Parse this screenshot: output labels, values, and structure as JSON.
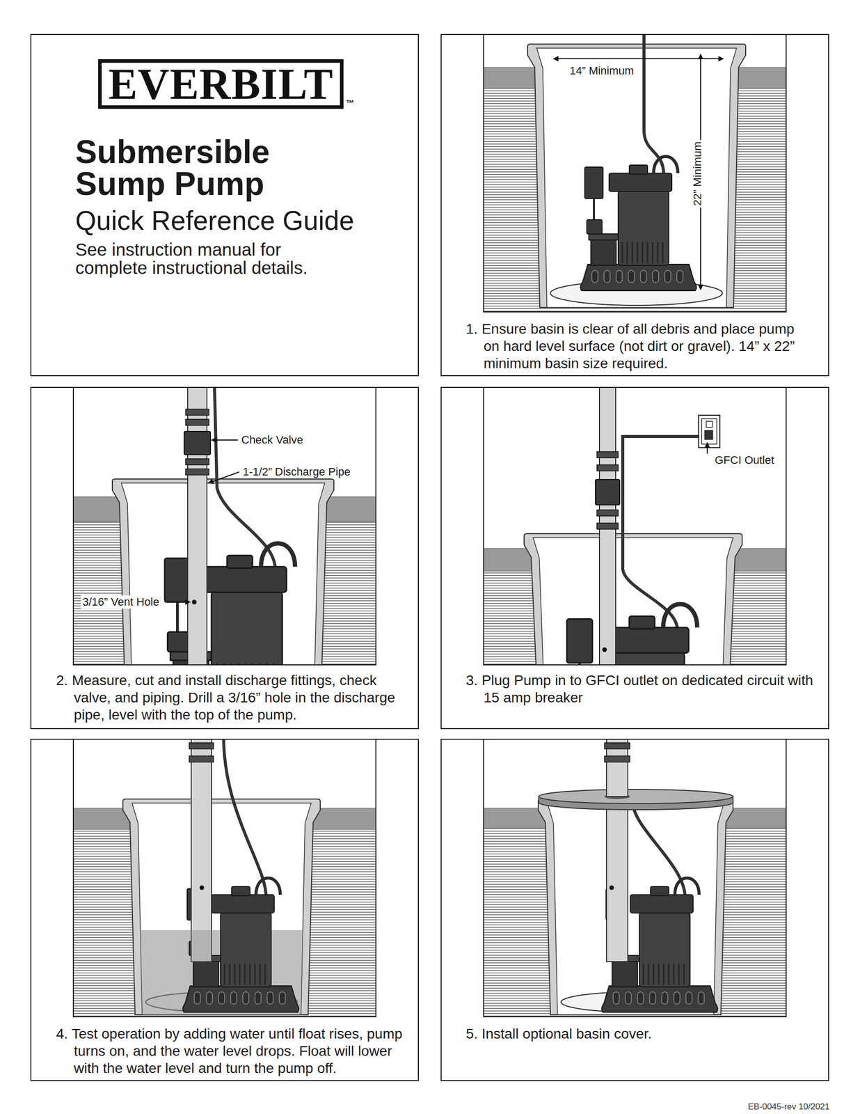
{
  "diagram": {
    "nodes": [
      {
        "text": [
          "Submersible Sump Pump",
          "Quick Reference Guide",
          "See instruction manual for complete instructional details."
        ]
      },
      {
        "text": [
          "EVERBILT"
        ],
        "in": 0
      },
      {
        "text": [
          "1. Ensure basin is clear of all debris and place pump on hard level surface (not dirt or gravel). 14” x 22” minimum basin size required."
        ]
      },
      {
        "text": [
          "2. Measure, cut and install discharge fittings, check valve, and piping. Drill a 3/16” hole in the discharge pipe, level with the top of the pump."
        ]
      },
      {
        "text": [
          "3. Plug Pump in to GFCI outlet on dedicated circuit with 15 amp breaker"
        ]
      },
      {
        "text": [
          "4. Test operation by adding water until float rises, pump turns on, and the water level drops. Float will lower with the water level and turn the pump off."
        ]
      },
      {
        "text": [
          "5. Install optional basin cover."
        ]
      }
    ],
    "labels": [
      "™",
      "14” Minimum",
      "22” Minimum",
      "Check Valve",
      "1-1/2” Discharge Pipe",
      "3/16” Vent Hole",
      "GFCI Outlet",
      "EB-0045-rev 10/2021"
    ]
  }
}
